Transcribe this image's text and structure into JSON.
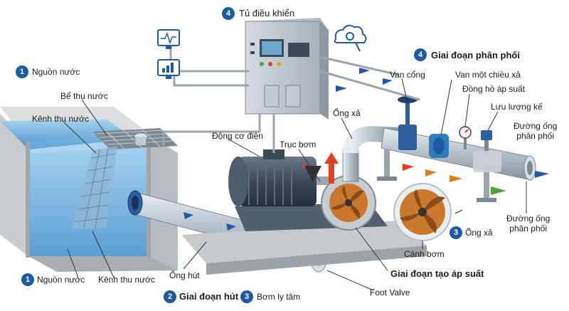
{
  "labels": {
    "control_cabinet": "Tủ điều khiển",
    "water_source_top": "Nguồn nước",
    "collection_tank": "Bể thu nước",
    "collection_channel_top": "Kênh thu nước",
    "distribution_stage": "Giai đoạn phân phối",
    "gate_valve": "Van cổng",
    "check_valve": "Van một chiều xả",
    "pressure_gauge": "Đồng hồ áp suất",
    "flow_meter": "Lưu lượng kế",
    "distribution_pipe_right": "Đường ống\nphân phối",
    "discharge_pipe_top": "Ống xả",
    "motor": "Động cơ điện",
    "pump_shaft": "Trục bơm",
    "discharge_pipe_mid": "Ống xả",
    "distribution_pipe_lower": "Đường ống\nphân phối",
    "impeller": "Cánh bơm",
    "pressure_stage": "Giai đoạn tạo áp suất",
    "water_source_bottom": "Nguồn nước",
    "collection_channel_bottom": "Kênh thu nước",
    "suction_pipe": "Ống hút",
    "suction_stage": "Giai đoạn hút",
    "centrifugal_pump": "Bơm ly tâm",
    "foot_valve": "Foot Valve"
  },
  "badges": {
    "control_cabinet": "4",
    "water_source_top": "1",
    "distribution_stage": "4",
    "discharge_pipe_mid": "3",
    "water_source_bottom": "1",
    "suction_stage": "2",
    "centrifugal_pump": "3"
  },
  "icons": {
    "monitor_waveform": "monitor-waveform-icon",
    "monitor_bar_chart": "monitor-bar-chart-icon",
    "cloud_gear": "cloud-gear-icon"
  },
  "colors": {
    "badge": "#1f5aa6",
    "water": "#4a9fd8",
    "pipe": "#b9c3cc",
    "valve": "#2f5e9e",
    "motor": "#3a4a5a",
    "pump_orange": "#c9782e",
    "arrow_red": "#e0401e",
    "arrow_orange": "#e07a1e",
    "arrow_green": "#4aa83a",
    "arrow_blue": "#1f5aa6"
  }
}
